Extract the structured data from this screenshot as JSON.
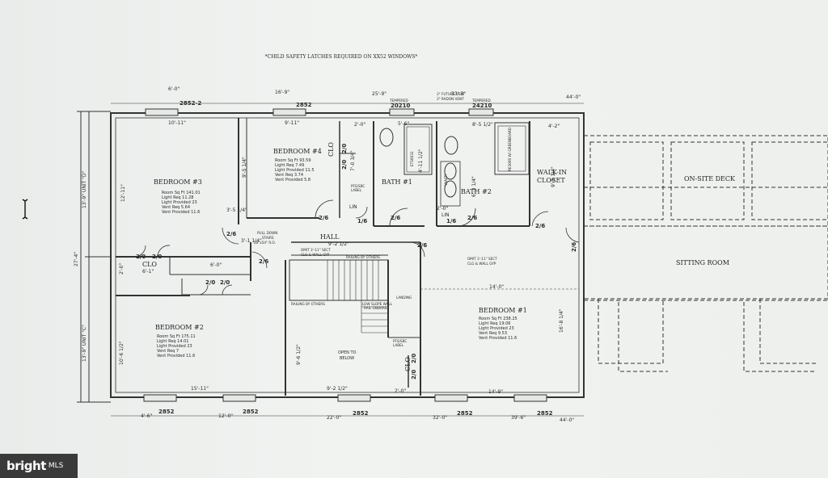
{
  "note": "*CHILD SAFETY LATCHES REQUIRED ON XX52 WINDOWS*",
  "rooms": {
    "bedroom3": {
      "name": "BEDROOM #3",
      "stats": [
        "Room Sq Ft  141.01",
        "Light Req  11.28",
        "Light Provided  23",
        "Vent Req  5.64",
        "Vent Provided  11.6"
      ]
    },
    "bedroom4": {
      "name": "BEDROOM #4",
      "stats": [
        "Room Sq Ft  93.59",
        "Light Req  7.49",
        "Light Provided  11.5",
        "Vent Req  3.74",
        "Vent Provided  5.8"
      ]
    },
    "bedroom2": {
      "name": "BEDROOM #2",
      "stats": [
        "Room Sq Ft  175.11",
        "Light Req  14.01",
        "Light Provided  23",
        "Vent Req  7",
        "Vent Provided  11.6"
      ]
    },
    "bedroom1": {
      "name": "BEDROOM #1",
      "stats": [
        "Room Sq Ft  238.25",
        "Light Req  19.06",
        "Light Provided  23",
        "Vent Req  9.53",
        "Vent Provided  11.6"
      ]
    },
    "bath1": "BATH #1",
    "bath2": "BATH #2",
    "hall": "HALL",
    "walkin": [
      "WALK-IN",
      "CLOSET"
    ],
    "clo": "CLO",
    "lin": "LIN",
    "deck": "ON-SITE DECK",
    "sitting": "SITTING ROOM",
    "landing": "LANDING",
    "open_below": [
      "OPEN TO",
      "BELOW"
    ],
    "pull_stairs": [
      "PULL DOWN",
      "STAIRS",
      "26\"x54\" R.O."
    ]
  },
  "windows": {
    "top1": "2852-2",
    "top2": "2852",
    "top3": "20210",
    "top4": "24210",
    "bottom": "2852"
  },
  "dims": {
    "top": [
      "6'-0\"",
      "16'-9\"",
      "25'-9\"",
      "33'-3\"",
      "44'-0\""
    ],
    "bottom": [
      "4'-6\"",
      "12'-0\"",
      "22'-0\"",
      "32'-0\"",
      "39'-6\"",
      "44'-0\""
    ],
    "side": [
      "27'-4\"",
      "13'-9\" UNIT \"D\"",
      "13'-9\" UNIT \"C\""
    ],
    "inner": [
      "10'-11\"",
      "9'-11\"",
      "2'-0\"",
      "5'-6\"",
      "8'-5 1/2\"",
      "4'-2\"",
      "12'-11\"",
      "9'-5 1/4\"",
      "7'-0 3/4\"",
      "4'-11 1/2\"",
      "6'-3 1/4\"",
      "9'-5 1/4\"",
      "9'-2 1/2\"",
      "14'-0\"",
      "16'-8 1/4\"",
      "10'-6 1/2\"",
      "9'-6 1/2\"",
      "15'-11\"",
      "9'-2 1/2\"",
      "2'-0\"",
      "14'-9\"",
      "6'-0\"",
      "6'-1\"",
      "2'-0\"",
      "3'-1 1/4\"",
      "3'-5 1/4\"",
      "2'-0\""
    ],
    "doors": [
      "2/6",
      "2/0",
      "1/6"
    ]
  },
  "notes": {
    "omit1": [
      "OMIT 3'-11\" SECT",
      "CLG & WALL GYP"
    ],
    "omit2": [
      "OMIT 3'-11\" SECT",
      "CLG & WALL GYP"
    ],
    "railing1": "RAILING BY OTHERS",
    "railing2": "RAILING BY OTHERS",
    "low_slope": [
      "LOW SLOPE WALL",
      "RAIL GNDRAIL"
    ],
    "pfs1": [
      "PFS/SBC",
      "LABEL"
    ],
    "pfs2": [
      "PFS/SBC",
      "LABEL"
    ],
    "tempered1": "TEMPERED",
    "tempered2": "TEMPERED",
    "vent1": "3\" FUTURE VENT",
    "vent2": "3\" RADON VENT",
    "tub1": "ETS6032",
    "tub2": "RE3060  W/ GREENBOARD",
    "vanity": "VANITY"
  },
  "logo": {
    "brand": "bright",
    "suffix": "MLS"
  },
  "colors": {
    "ink": "#2a2a2a",
    "paper": "#eef0ee",
    "logo_bg": "#3a3a3a"
  }
}
